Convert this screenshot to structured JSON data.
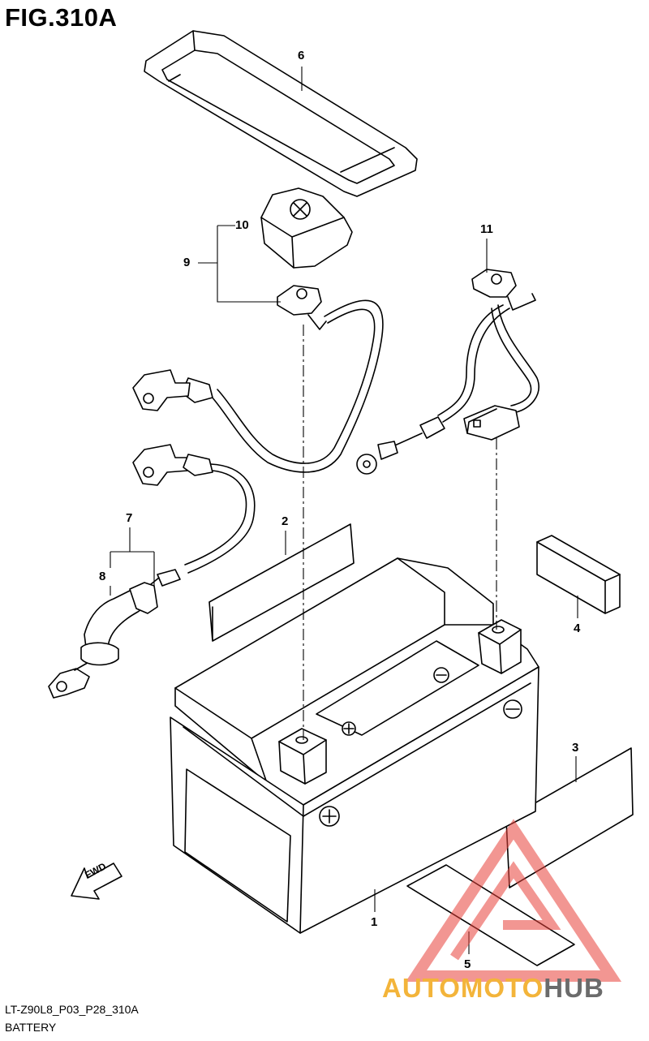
{
  "header": {
    "title": "FIG.310A"
  },
  "callouts": [
    {
      "id": "1",
      "label": "1"
    },
    {
      "id": "2",
      "label": "2"
    },
    {
      "id": "3",
      "label": "3"
    },
    {
      "id": "4",
      "label": "4"
    },
    {
      "id": "5",
      "label": "5"
    },
    {
      "id": "6",
      "label": "6"
    },
    {
      "id": "7",
      "label": "7"
    },
    {
      "id": "8",
      "label": "8"
    },
    {
      "id": "9",
      "label": "9"
    },
    {
      "id": "10",
      "label": "10"
    },
    {
      "id": "11",
      "label": "11"
    }
  ],
  "direction_marker": {
    "label": "FWD"
  },
  "footer": {
    "code": "LT-Z90L8_P03_P28_310A",
    "caption": "BATTERY"
  },
  "watermark": {
    "part_a": "AUTOMOTO",
    "part_b": "HUB",
    "colors": {
      "triangle": "#e8413a",
      "text_a": "#f3b43a",
      "text_b": "#6b6b6b"
    }
  }
}
